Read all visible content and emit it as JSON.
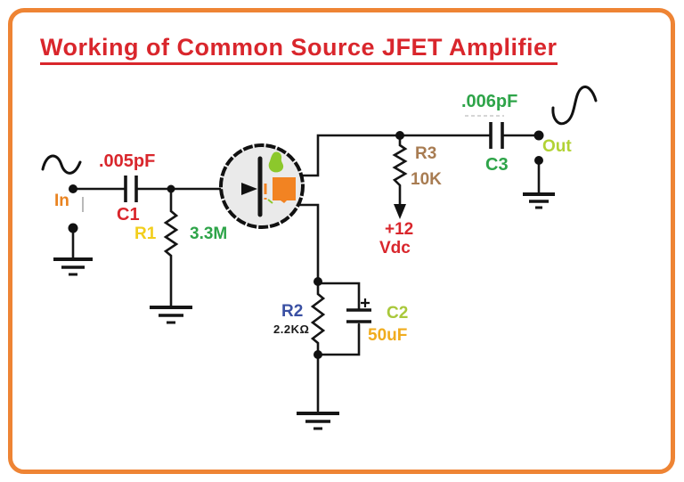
{
  "title": {
    "text": "Working of Common Source JFET Amplifier",
    "color": "#D9262C"
  },
  "frame": {
    "border_color": "#EE8434"
  },
  "labels": {
    "input": {
      "text": "In",
      "color": "#E98320"
    },
    "output": {
      "text": "Out",
      "color": "#B2D235"
    },
    "c1": {
      "designator": "C1",
      "value": ".005pF",
      "color": "#D9262C"
    },
    "r1": {
      "designator": "R1",
      "value": "3.3M",
      "designator_color": "#F2CE1C",
      "value_color": "#2EA449"
    },
    "r2": {
      "designator": "R2",
      "value": "2.2KΩ",
      "designator_color": "#3A50A3",
      "value_color": "#1A1A1A"
    },
    "r3": {
      "designator": "R3",
      "value": "10K",
      "color": "#A87C52"
    },
    "c2": {
      "designator": "C2",
      "value": "50uF",
      "designator_color": "#A9C83B",
      "value_color": "#F0AC1E"
    },
    "c3": {
      "designator": "C3",
      "value": ".006pF",
      "color": "#2EA449"
    },
    "supply": {
      "line1": "+12",
      "line2": "Vdc",
      "color": "#D9262C"
    }
  },
  "transistor": {
    "fill": "#EAEAEA"
  },
  "annotations": {
    "scribble_green": "#8CC82C",
    "blob_orange": "#F28322"
  }
}
